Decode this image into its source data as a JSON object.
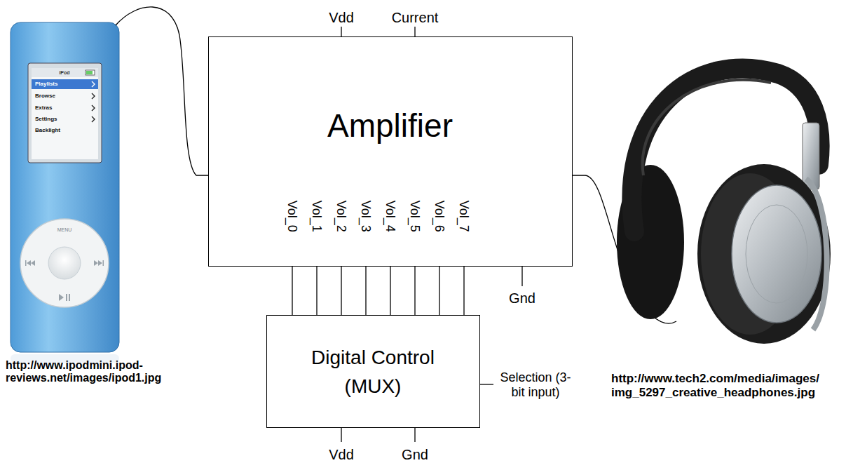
{
  "diagram": {
    "nodes": [
      {
        "text": [
          "Amplifier"
        ]
      },
      {
        "text": [
          "Digital Control (MUX)"
        ]
      }
    ],
    "edges": [
      {
        "from": 0,
        "to": 1,
        "arrow": "none"
      },
      {
        "from": 0,
        "to": 1,
        "arrow": "none"
      },
      {
        "from": 0,
        "to": 1,
        "arrow": "none"
      },
      {
        "from": 0,
        "to": 1,
        "arrow": "none"
      },
      {
        "from": 0,
        "to": 1,
        "arrow": "none"
      },
      {
        "from": 0,
        "to": 1,
        "arrow": "none"
      },
      {
        "from": 0,
        "to": 1,
        "arrow": "none"
      },
      {
        "from": 0,
        "to": 1,
        "arrow": "none"
      }
    ],
    "labels": [
      "Vdd",
      "Current",
      "Vol_0",
      "Vol_1",
      "Vol_2",
      "Vol_3",
      "Vol_4",
      "Vol_5",
      "Vol_6",
      "Vol_7",
      "Gnd",
      "Selection (3-bit input)",
      "Vdd",
      "Gnd",
      "http://www.ipodmini.ipod-reviews.net/images/ipod1.jpg",
      "http://www.tech2.com/media/images/img_5297_creative_headphones.jpg",
      "iPod",
      "Playlists",
      "Browse",
      "Extras",
      "Settings",
      "Backlight",
      "MENU"
    ]
  }
}
